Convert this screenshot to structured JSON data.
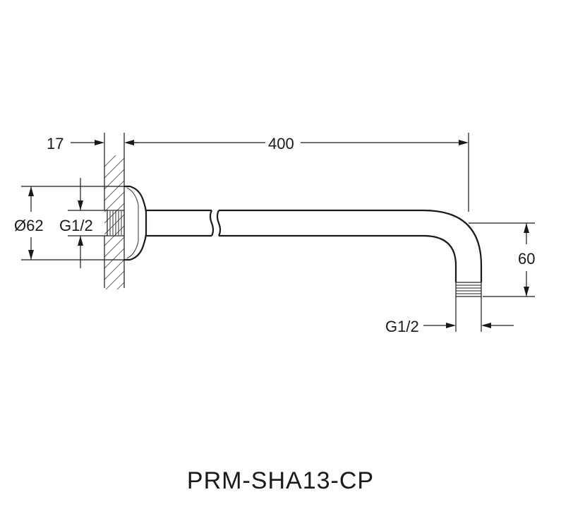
{
  "dimensions": {
    "wall_thickness": "17",
    "arm_length": "400",
    "flange_diameter": "Ø62",
    "inlet_thread": "G1/2",
    "drop_height": "60",
    "outlet_thread": "G1/2"
  },
  "model": "PRM-SHA13-CP"
}
